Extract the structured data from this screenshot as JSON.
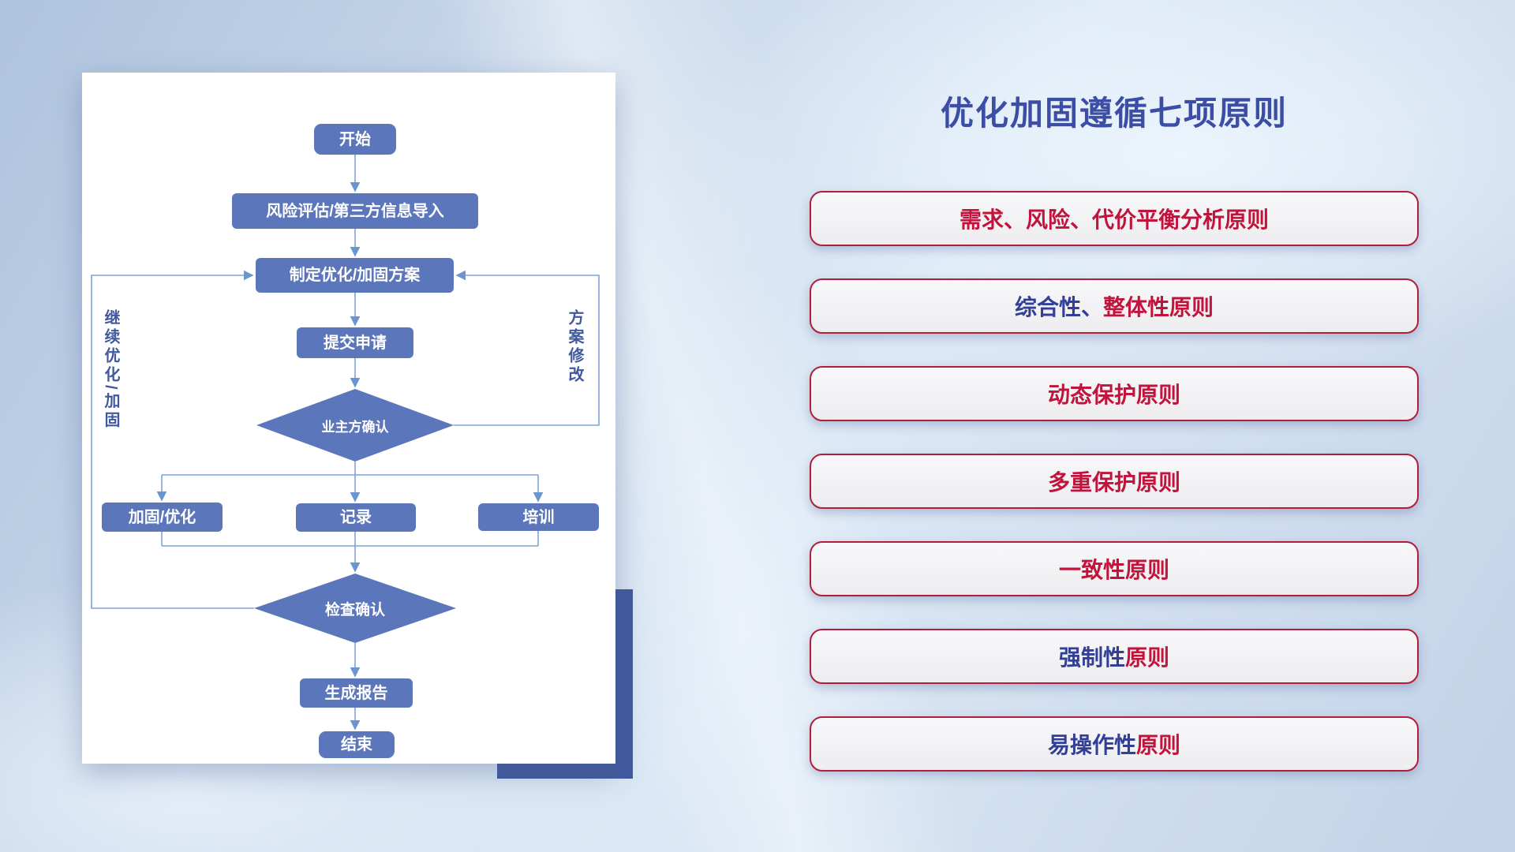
{
  "slide": {
    "title": "优化加固遵循七项原则"
  },
  "colors": {
    "title_blue": "#3c4da6",
    "principle_red": "#c0143c",
    "principle_blue": "#323f96",
    "principle_border": "#b01e3a",
    "node_fill": "#5b76ba",
    "connector": "#7aa3d8",
    "accent_rect": "#41599e"
  },
  "flowchart": {
    "nodes": {
      "start": "开始",
      "risk": "风险评估/第三方信息导入",
      "plan": "制定优化/加固方案",
      "submit": "提交申请",
      "owner_confirm": "业主方确认",
      "harden": "加固/优化",
      "record": "记录",
      "training": "培训",
      "check_confirm": "检查确认",
      "report": "生成报告",
      "end": "结束"
    },
    "labels": {
      "loop_left": "继续优化/加固",
      "loop_right": "方案修改"
    }
  },
  "principles": [
    {
      "part1": "",
      "part2": "需求、风险、代价平衡分析原则"
    },
    {
      "part1": "综合性、",
      "part2": "整体性原则"
    },
    {
      "part1": "",
      "part2": "动态保护原则"
    },
    {
      "part1": "",
      "part2": "多重保护原则"
    },
    {
      "part1": "",
      "part2": "一致性原则"
    },
    {
      "part1": "强制性",
      "part2": "原则"
    },
    {
      "part1": "易操作性",
      "part2": "原则"
    }
  ]
}
